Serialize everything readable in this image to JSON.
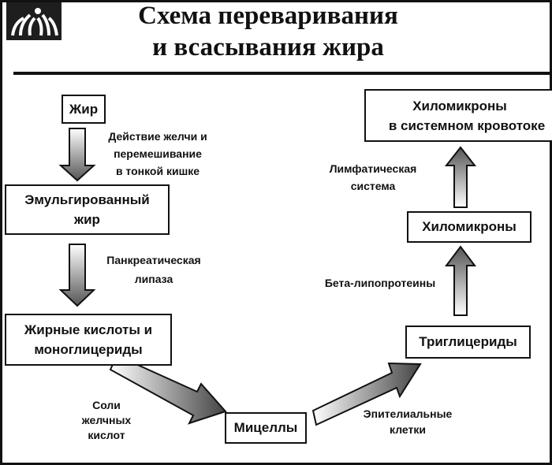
{
  "title": {
    "line1": "Схема переваривания",
    "line2": "и всасывания жира"
  },
  "logo": {
    "icon": "grass-sprouts-logo-icon"
  },
  "nodes": {
    "fat": "Жир",
    "emulsified_line1": "Эмульгированный",
    "emulsified_line2": "жир",
    "fatty_acids_line1": "Жирные кислоты и",
    "fatty_acids_line2": "моноглицериды",
    "micelles": "Мицеллы",
    "triglycerides": "Триглицериды",
    "chylomicrons": "Хиломикроны",
    "chylo_blood_line1": "Хиломикроны",
    "chylo_blood_line2": "в системном кровотоке"
  },
  "edges": {
    "bile_action_line1": "Действие желчи и",
    "bile_action_line2": "перемешивание",
    "bile_action_line3": "в тонкой кишке",
    "lipase_line1": "Панкреатическая",
    "lipase_line2": "липаза",
    "bile_salts_line1": "Соли",
    "bile_salts_line2": "желчных",
    "bile_salts_line3": "кислот",
    "epithelial_line1": "Эпителиальные",
    "epithelial_line2": "клетки",
    "beta_lipo": "Бета-липопротеины",
    "lymph_line1": "Лимфатическая",
    "lymph_line2": "система"
  }
}
